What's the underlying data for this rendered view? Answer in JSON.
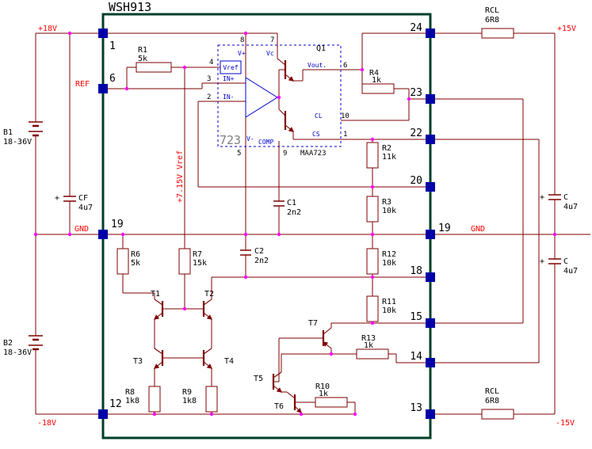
{
  "title": "WSH913",
  "rails": {
    "p18v": "+18V",
    "ref": "REF",
    "gnd_left": "GND",
    "m18v": "-18V",
    "p15v": "+15V",
    "gnd_right": "GND",
    "m15v": "-15V",
    "vref_rail": "+7.15V Vref"
  },
  "pins": {
    "l1": "1",
    "l6": "6",
    "l19": "19",
    "l12": "12",
    "r24": "24",
    "r23": "23",
    "r22": "22",
    "r20": "20",
    "r19": "19",
    "r18": "18",
    "r15": "15",
    "r14": "14",
    "r13": "13"
  },
  "batteries": {
    "b1": {
      "name": "B1",
      "value": "18-36V"
    },
    "b2": {
      "name": "B2",
      "value": "18-36V"
    }
  },
  "resistors": {
    "r1": {
      "name": "R1",
      "value": "5k"
    },
    "r2": {
      "name": "R2",
      "value": "11k"
    },
    "r3": {
      "name": "R3",
      "value": "10k"
    },
    "r4": {
      "name": "R4",
      "value": "1k"
    },
    "r6": {
      "name": "R6",
      "value": "5k"
    },
    "r7": {
      "name": "R7",
      "value": "15k"
    },
    "r8": {
      "name": "R8",
      "value": "1k8"
    },
    "r9": {
      "name": "R9",
      "value": "1k8"
    },
    "r10": {
      "name": "R10",
      "value": "1k"
    },
    "r11": {
      "name": "R11",
      "value": "10k"
    },
    "r12": {
      "name": "R12",
      "value": "10k"
    },
    "r13": {
      "name": "R13",
      "value": "1k"
    },
    "rcl_top": {
      "name": "RCL",
      "value": "6R8"
    },
    "rcl_bottom": {
      "name": "RCL",
      "value": "6R8"
    }
  },
  "capacitors": {
    "cf": {
      "name": "CF",
      "value": "4u7",
      "polarity": "+"
    },
    "c_top": {
      "name": "C",
      "value": "4u7",
      "polarity": "+"
    },
    "c_bottom": {
      "name": "C",
      "value": "4u7",
      "polarity": "+"
    },
    "c1": {
      "name": "C1",
      "value": "2n2"
    },
    "c2": {
      "name": "C2",
      "value": "2n2"
    }
  },
  "transistors": {
    "t1": "T1",
    "t2": "T2",
    "t3": "T3",
    "t4": "T4",
    "t5": "T5",
    "t6": "T6",
    "t7": "T7",
    "q1": "Q1"
  },
  "ic": {
    "label": "723",
    "part": "MAA723",
    "pin_vref": "Vref",
    "pin_in_plus": "IN+",
    "pin_in_minus": "IN-",
    "pin_v_plus": "V+",
    "pin_vc": "Vc",
    "pin_vout": "Vout.",
    "pin_cl": "CL",
    "pin_cs": "CS",
    "pin_comp": "COMP",
    "pin_v_minus": "V-",
    "num4": "4",
    "num3": "3",
    "num2": "2",
    "num8": "8",
    "num7": "7",
    "num6": "6",
    "num10": "10",
    "num1": "1",
    "num5": "5",
    "num9": "9"
  }
}
